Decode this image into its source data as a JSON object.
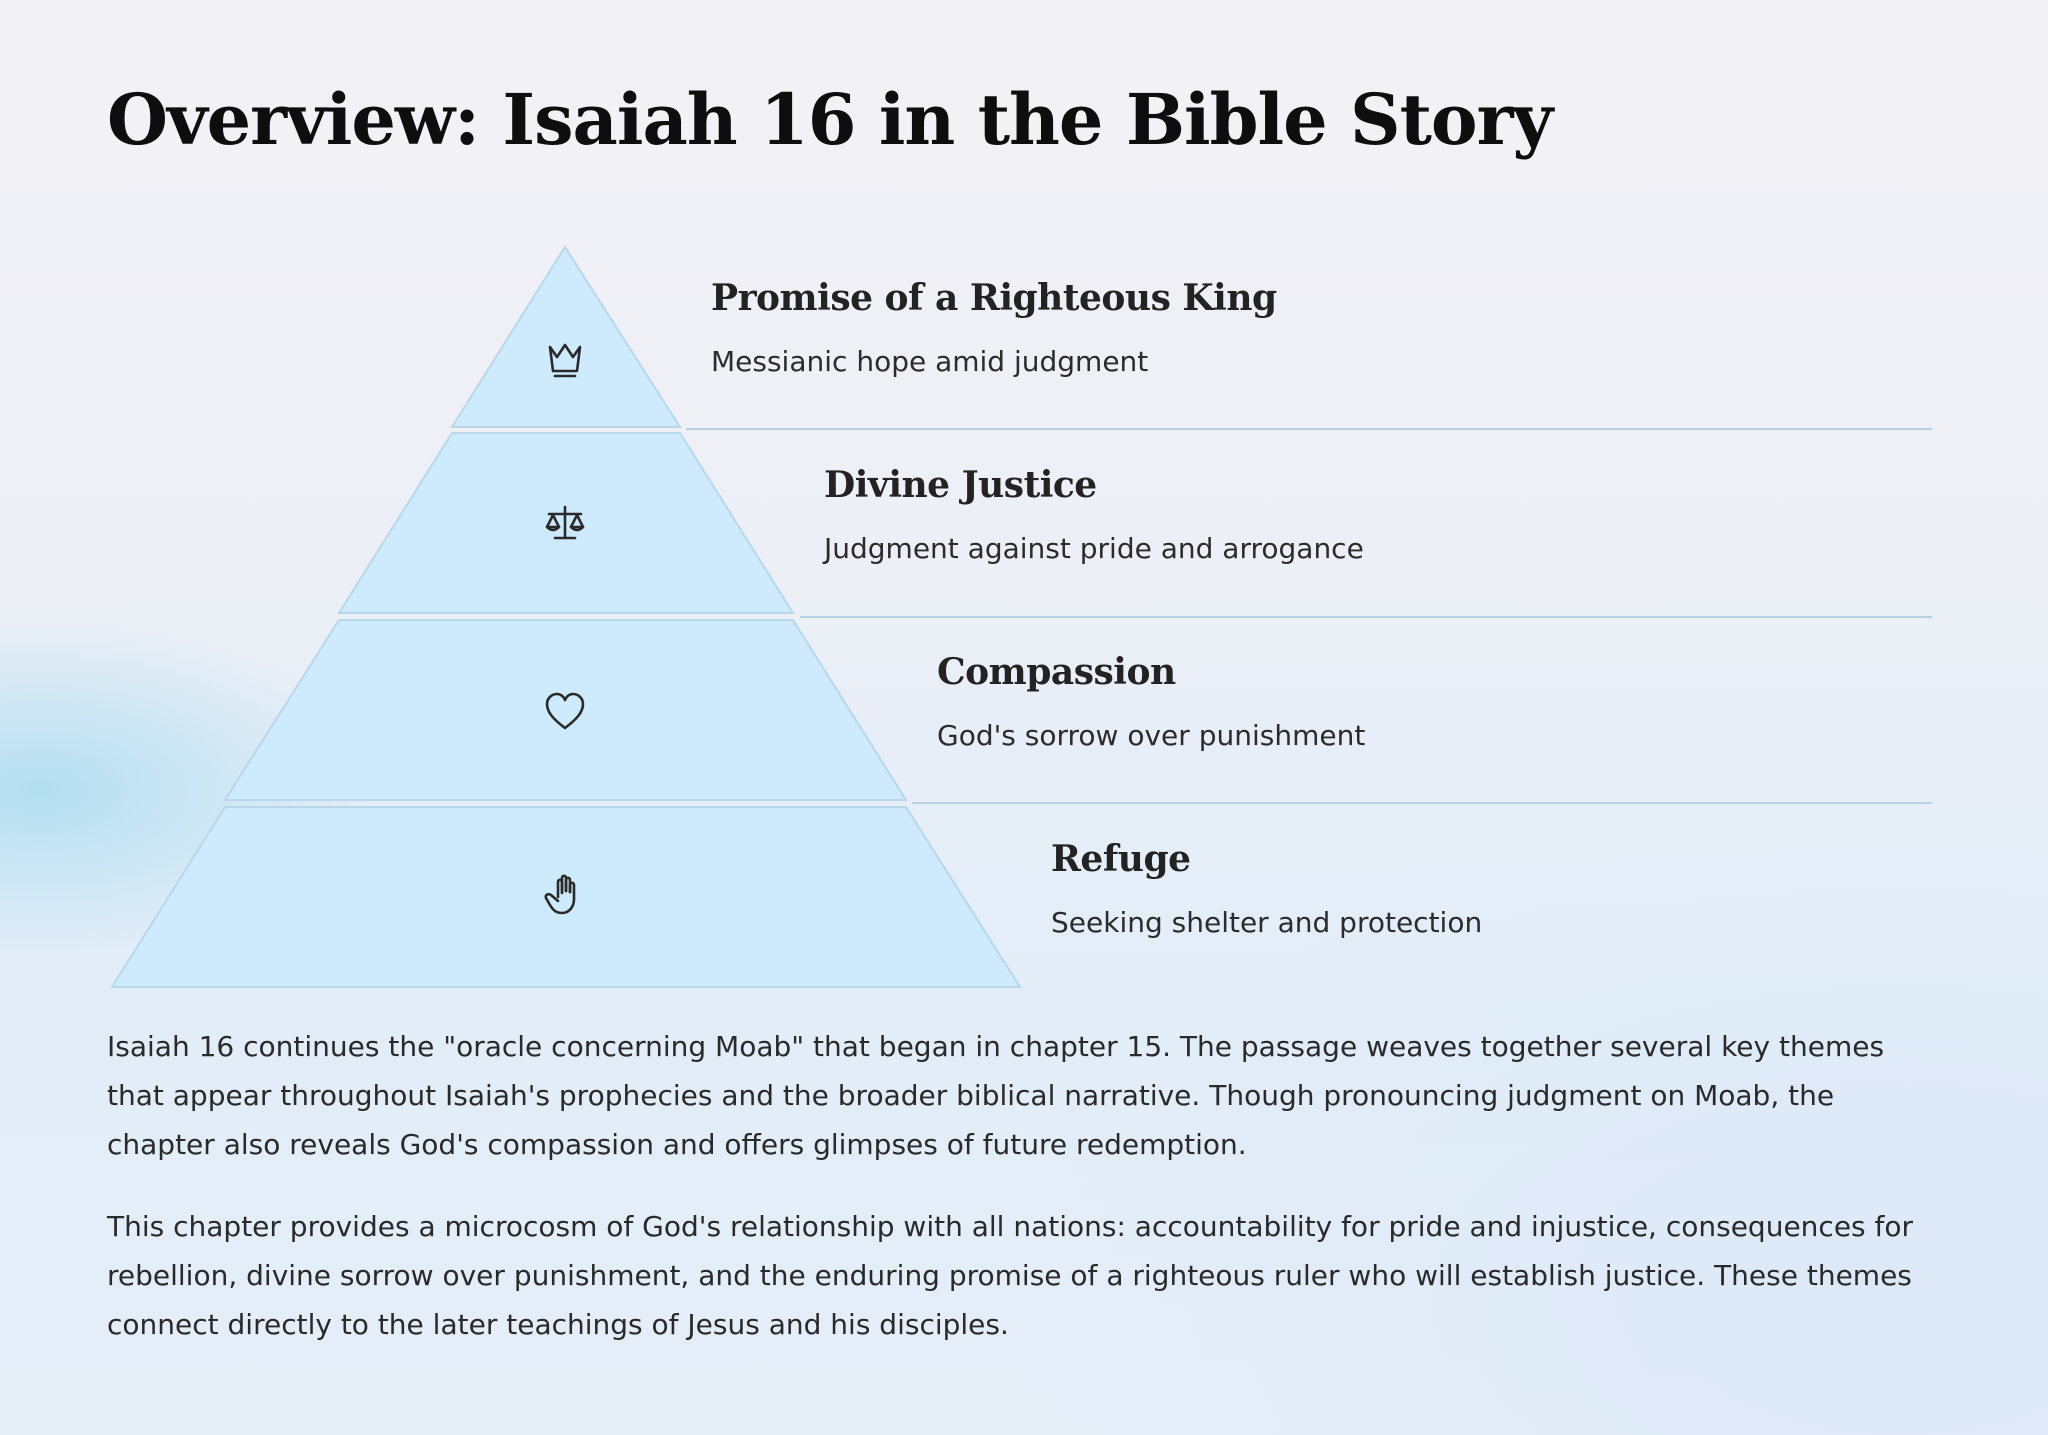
{
  "page": {
    "title": "Overview: Isaiah 16 in the Bible Story"
  },
  "pyramid": {
    "fill_color": "#cdebfc",
    "tiers": [
      {
        "title": "Promise of a Righteous King",
        "description": "Messianic hope amid judgment",
        "icon": "crown-icon"
      },
      {
        "title": "Divine Justice",
        "description": "Judgment against pride and arrogance",
        "icon": "scales-icon"
      },
      {
        "title": "Compassion",
        "description": "God's sorrow over punishment",
        "icon": "heart-icon"
      },
      {
        "title": "Refuge",
        "description": "Seeking shelter and protection",
        "icon": "hand-icon"
      }
    ]
  },
  "body": {
    "paragraphs": [
      "Isaiah 16 continues the \"oracle concerning Moab\" that began in chapter 15. The passage weaves together several key themes that appear throughout Isaiah's prophecies and the broader biblical narrative. Though pronouncing judgment on Moab, the chapter also reveals God's compassion and offers glimpses of future redemption.",
      "This chapter provides a microcosm of God's relationship with all nations: accountability for pride and injustice, consequences for rebellion, divine sorrow over punishment, and the enduring promise of a righteous ruler who will establish justice. These themes connect directly to the later teachings of Jesus and his disciples."
    ]
  }
}
